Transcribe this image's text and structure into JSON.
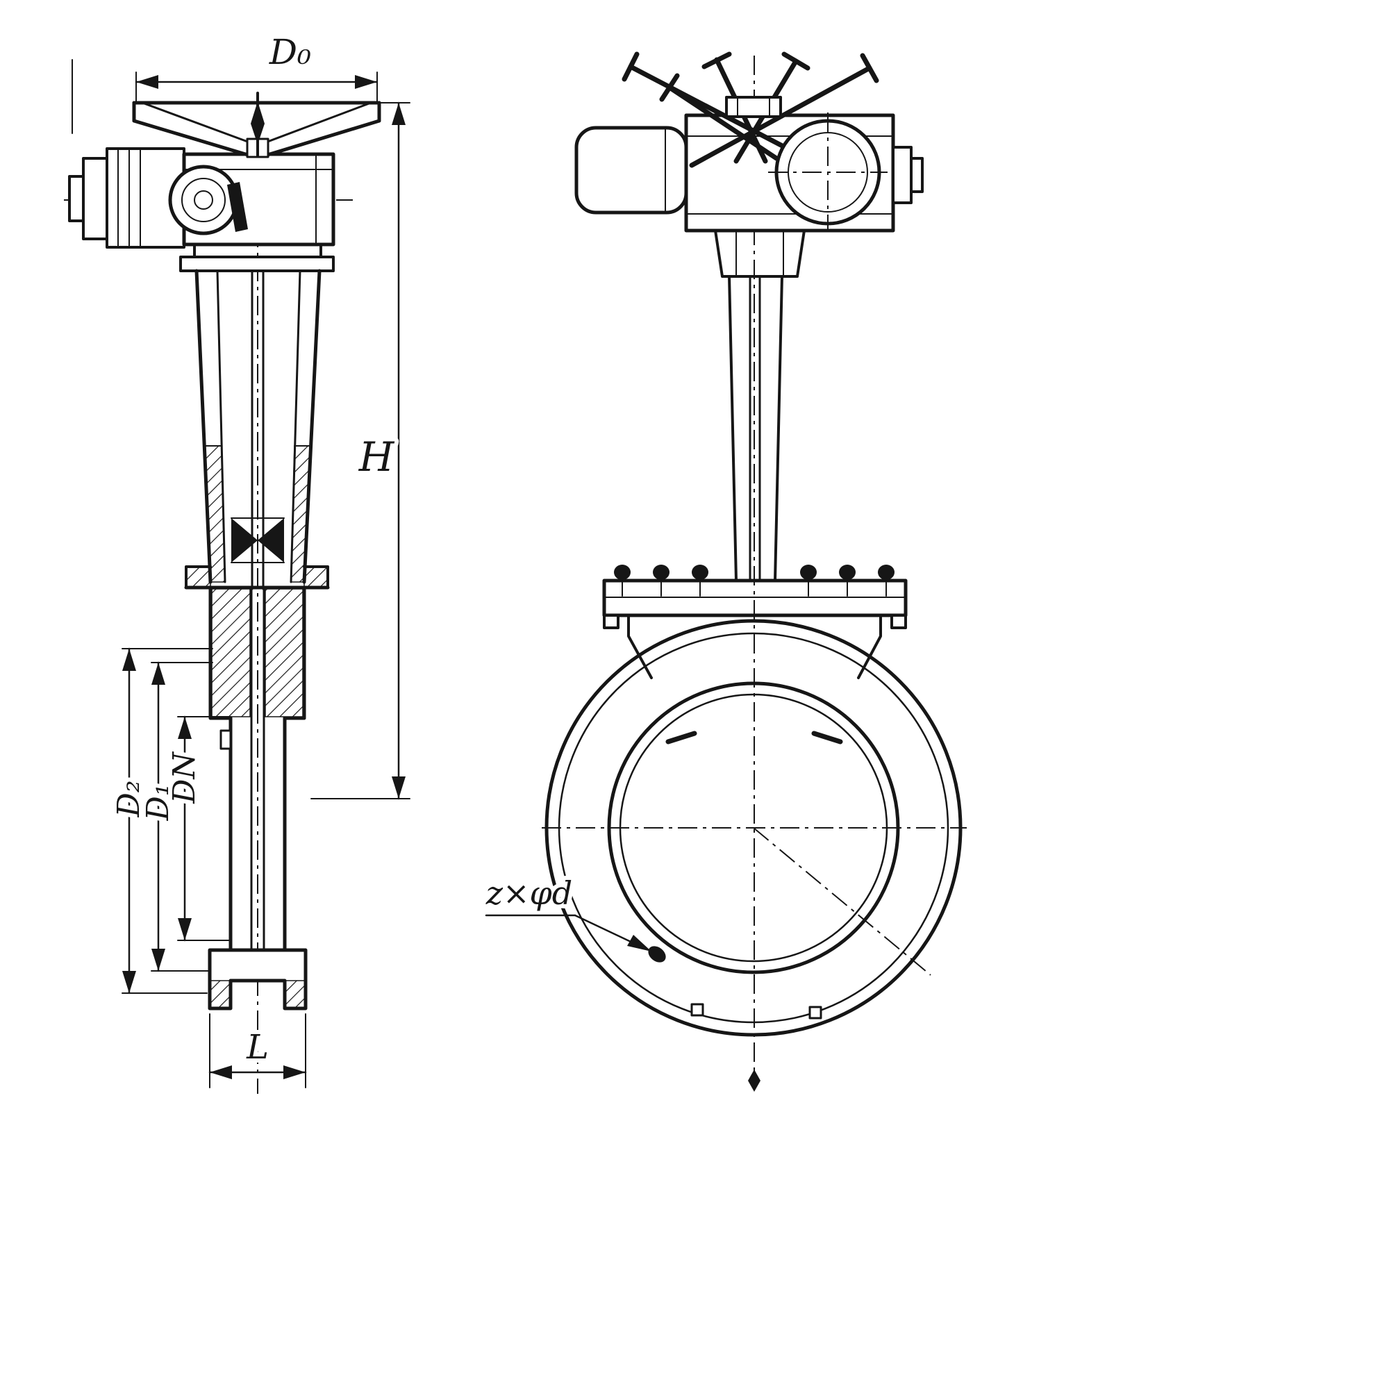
{
  "labels": {
    "d0": "D₀",
    "h": "H",
    "d2": "D₂",
    "d1": "D₁",
    "dn": "DN",
    "l": "L",
    "bolt_pattern": "z×φd"
  },
  "colors": {
    "line": "#161616",
    "background": "#ffffff"
  }
}
